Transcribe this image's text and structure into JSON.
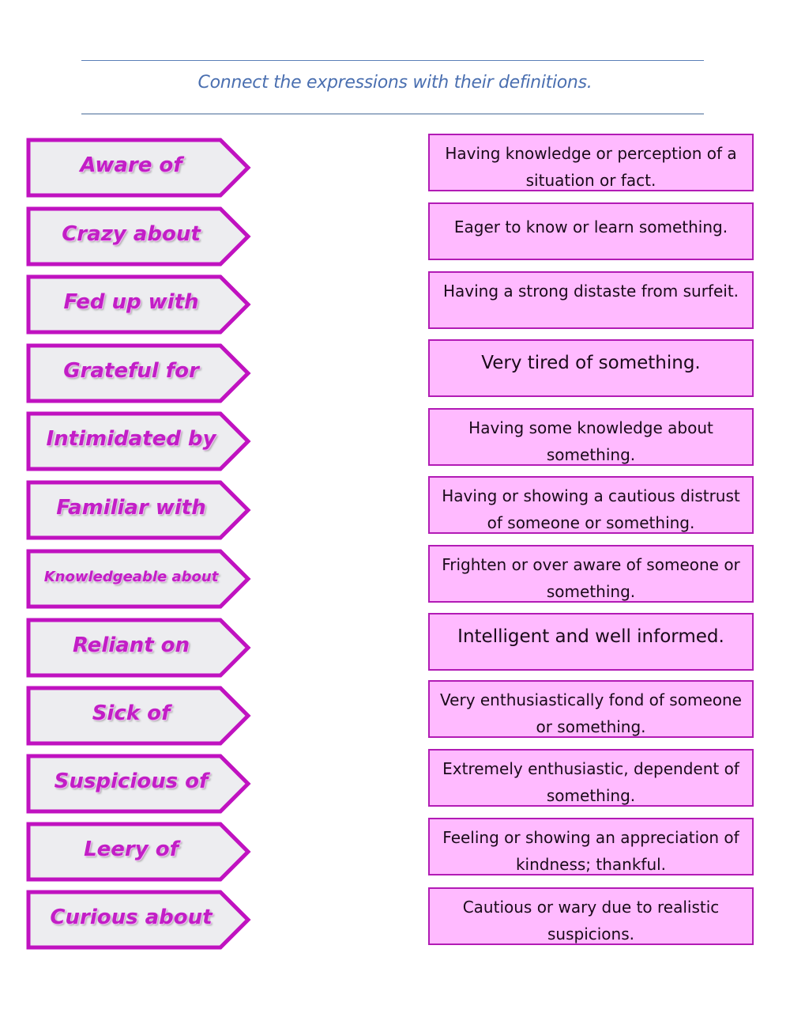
{
  "instruction": "Connect the expressions with their definitions.",
  "colors": {
    "expression_fill": "#ededf0",
    "expression_border": "#c012c0",
    "expression_text": "#c21ec6",
    "definition_fill": "#ffbaff",
    "definition_border": "#b21bb5",
    "instruction_text": "#4a6fb0"
  },
  "expressions": [
    {
      "label": "Aware of"
    },
    {
      "label": "Crazy about"
    },
    {
      "label": "Fed up with"
    },
    {
      "label": "Grateful for"
    },
    {
      "label": "Intimidated by"
    },
    {
      "label": "Familiar with"
    },
    {
      "label": "Knowledgeable about"
    },
    {
      "label": "Reliant on"
    },
    {
      "label": "Sick of"
    },
    {
      "label": "Suspicious of"
    },
    {
      "label": "Leery of"
    },
    {
      "label": "Curious about"
    }
  ],
  "definitions": [
    {
      "text": "Having knowledge or perception of a situation or fact."
    },
    {
      "text": "Eager to know or learn something."
    },
    {
      "text": "Having a strong distaste from surfeit."
    },
    {
      "text": "Very tired of something."
    },
    {
      "text": "Having some knowledge about something."
    },
    {
      "text": "Having or showing a cautious distrust of someone or something."
    },
    {
      "text": "Frighten or over aware of someone or something."
    },
    {
      "text": "Intelligent and well informed."
    },
    {
      "text": "Very enthusiastically fond of someone or something."
    },
    {
      "text": "Extremely enthusiastic, dependent of something."
    },
    {
      "text": "Feeling or showing an appreciation of kindness; thankful."
    },
    {
      "text": "Cautious or wary due to realistic suspicions."
    }
  ]
}
